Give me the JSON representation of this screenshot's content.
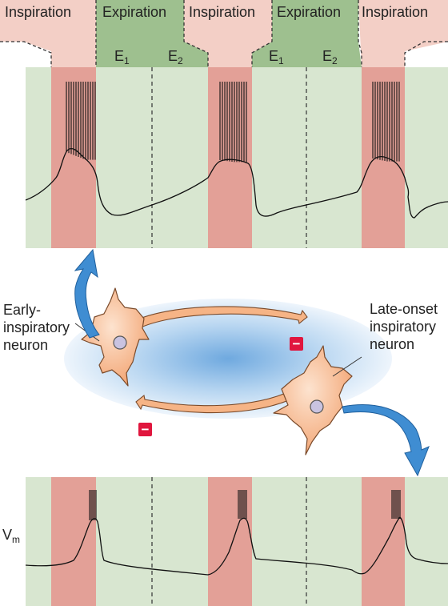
{
  "phase_labels": [
    "Inspiration",
    "Expiration",
    "Inspiration",
    "Expiration",
    "Inspiration"
  ],
  "subphase_labels": [
    {
      "main": "E",
      "sub": "1"
    },
    {
      "main": "E",
      "sub": "2"
    },
    {
      "main": "E",
      "sub": "1"
    },
    {
      "main": "E",
      "sub": "2"
    }
  ],
  "neuron_labels": {
    "early": [
      "Early-",
      "inspiratory",
      "neuron"
    ],
    "late": [
      "Late-onset",
      "inspiratory",
      "neuron"
    ]
  },
  "inhibition_symbol": "−",
  "voltage_label": {
    "main": "V",
    "sub": "m"
  },
  "colors": {
    "inspiration_fill": "#f3cfc6",
    "inspiration_band": "#e3a097",
    "expiration_header": "#9ec08f",
    "expiration_band": "#d8e6d0",
    "neuron_fill": "#f6b486",
    "nucleus_fill": "#c9c3e0",
    "arrow": "#3f8dd2",
    "inhibition": "#e0163e"
  }
}
